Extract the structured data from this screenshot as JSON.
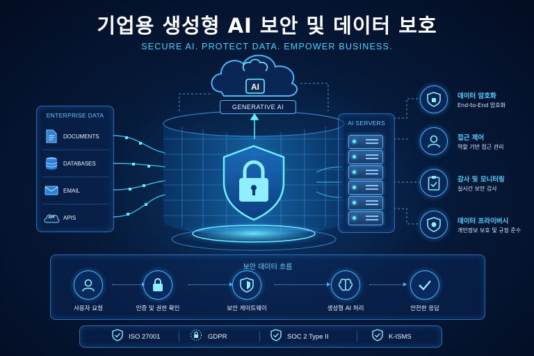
{
  "title": "기업용 생성형 AI 보안 및 데이터 보호",
  "subtitle": "SECURE AI. PROTECT DATA. EMPOWER BUSINESS.",
  "ai_badge": "AI",
  "generative_ai_label": "GENERATIVE AI",
  "enterprise": {
    "title": "ENTERPRISE DATA",
    "items": [
      {
        "label": "DOCUMENTS",
        "icon": "document-icon"
      },
      {
        "label": "DATABASES",
        "icon": "database-icon"
      },
      {
        "label": "EMAIL",
        "icon": "email-icon"
      },
      {
        "label": "APIS",
        "icon": "api-cloud-icon",
        "icon_text": "API"
      }
    ]
  },
  "servers": {
    "title": "AI SERVERS",
    "count": 6
  },
  "features": [
    {
      "title": "데이터 암호화",
      "desc": "End-to-End 암호화",
      "icon": "shield-lock-icon"
    },
    {
      "title": "접근 제어",
      "desc": "역할 기반 접근 관리",
      "icon": "user-icon"
    },
    {
      "title": "감사 및 모니터링",
      "desc": "실시간 보안 검사",
      "icon": "clipboard-check-icon"
    },
    {
      "title": "데이터 프라이버시",
      "desc": "개인정보 보호 및 규정 준수",
      "icon": "privacy-shield-icon"
    }
  ],
  "flow": {
    "title": "보안 데이터 흐름",
    "steps": [
      {
        "label": "사용자 요청",
        "icon": "user-icon"
      },
      {
        "label": "인증 및 권한 확인",
        "icon": "lock-icon"
      },
      {
        "label": "보안 게이트웨이",
        "icon": "shield-icon"
      },
      {
        "label": "생성형 AI 처리",
        "icon": "brain-icon"
      },
      {
        "label": "안전한 응답",
        "icon": "check-icon"
      }
    ]
  },
  "compliance": [
    {
      "label": "ISO 27001",
      "icon": "shield-check-icon"
    },
    {
      "label": "GDPR",
      "icon": "eu-lock-icon"
    },
    {
      "label": "SOC 2 Type II",
      "icon": "shield-check-icon"
    },
    {
      "label": "K-ISMS",
      "icon": "shield-check-icon"
    }
  ],
  "colors": {
    "accent": "#3fd6ff",
    "border": "#48b8ff",
    "background": "#061a3a"
  }
}
